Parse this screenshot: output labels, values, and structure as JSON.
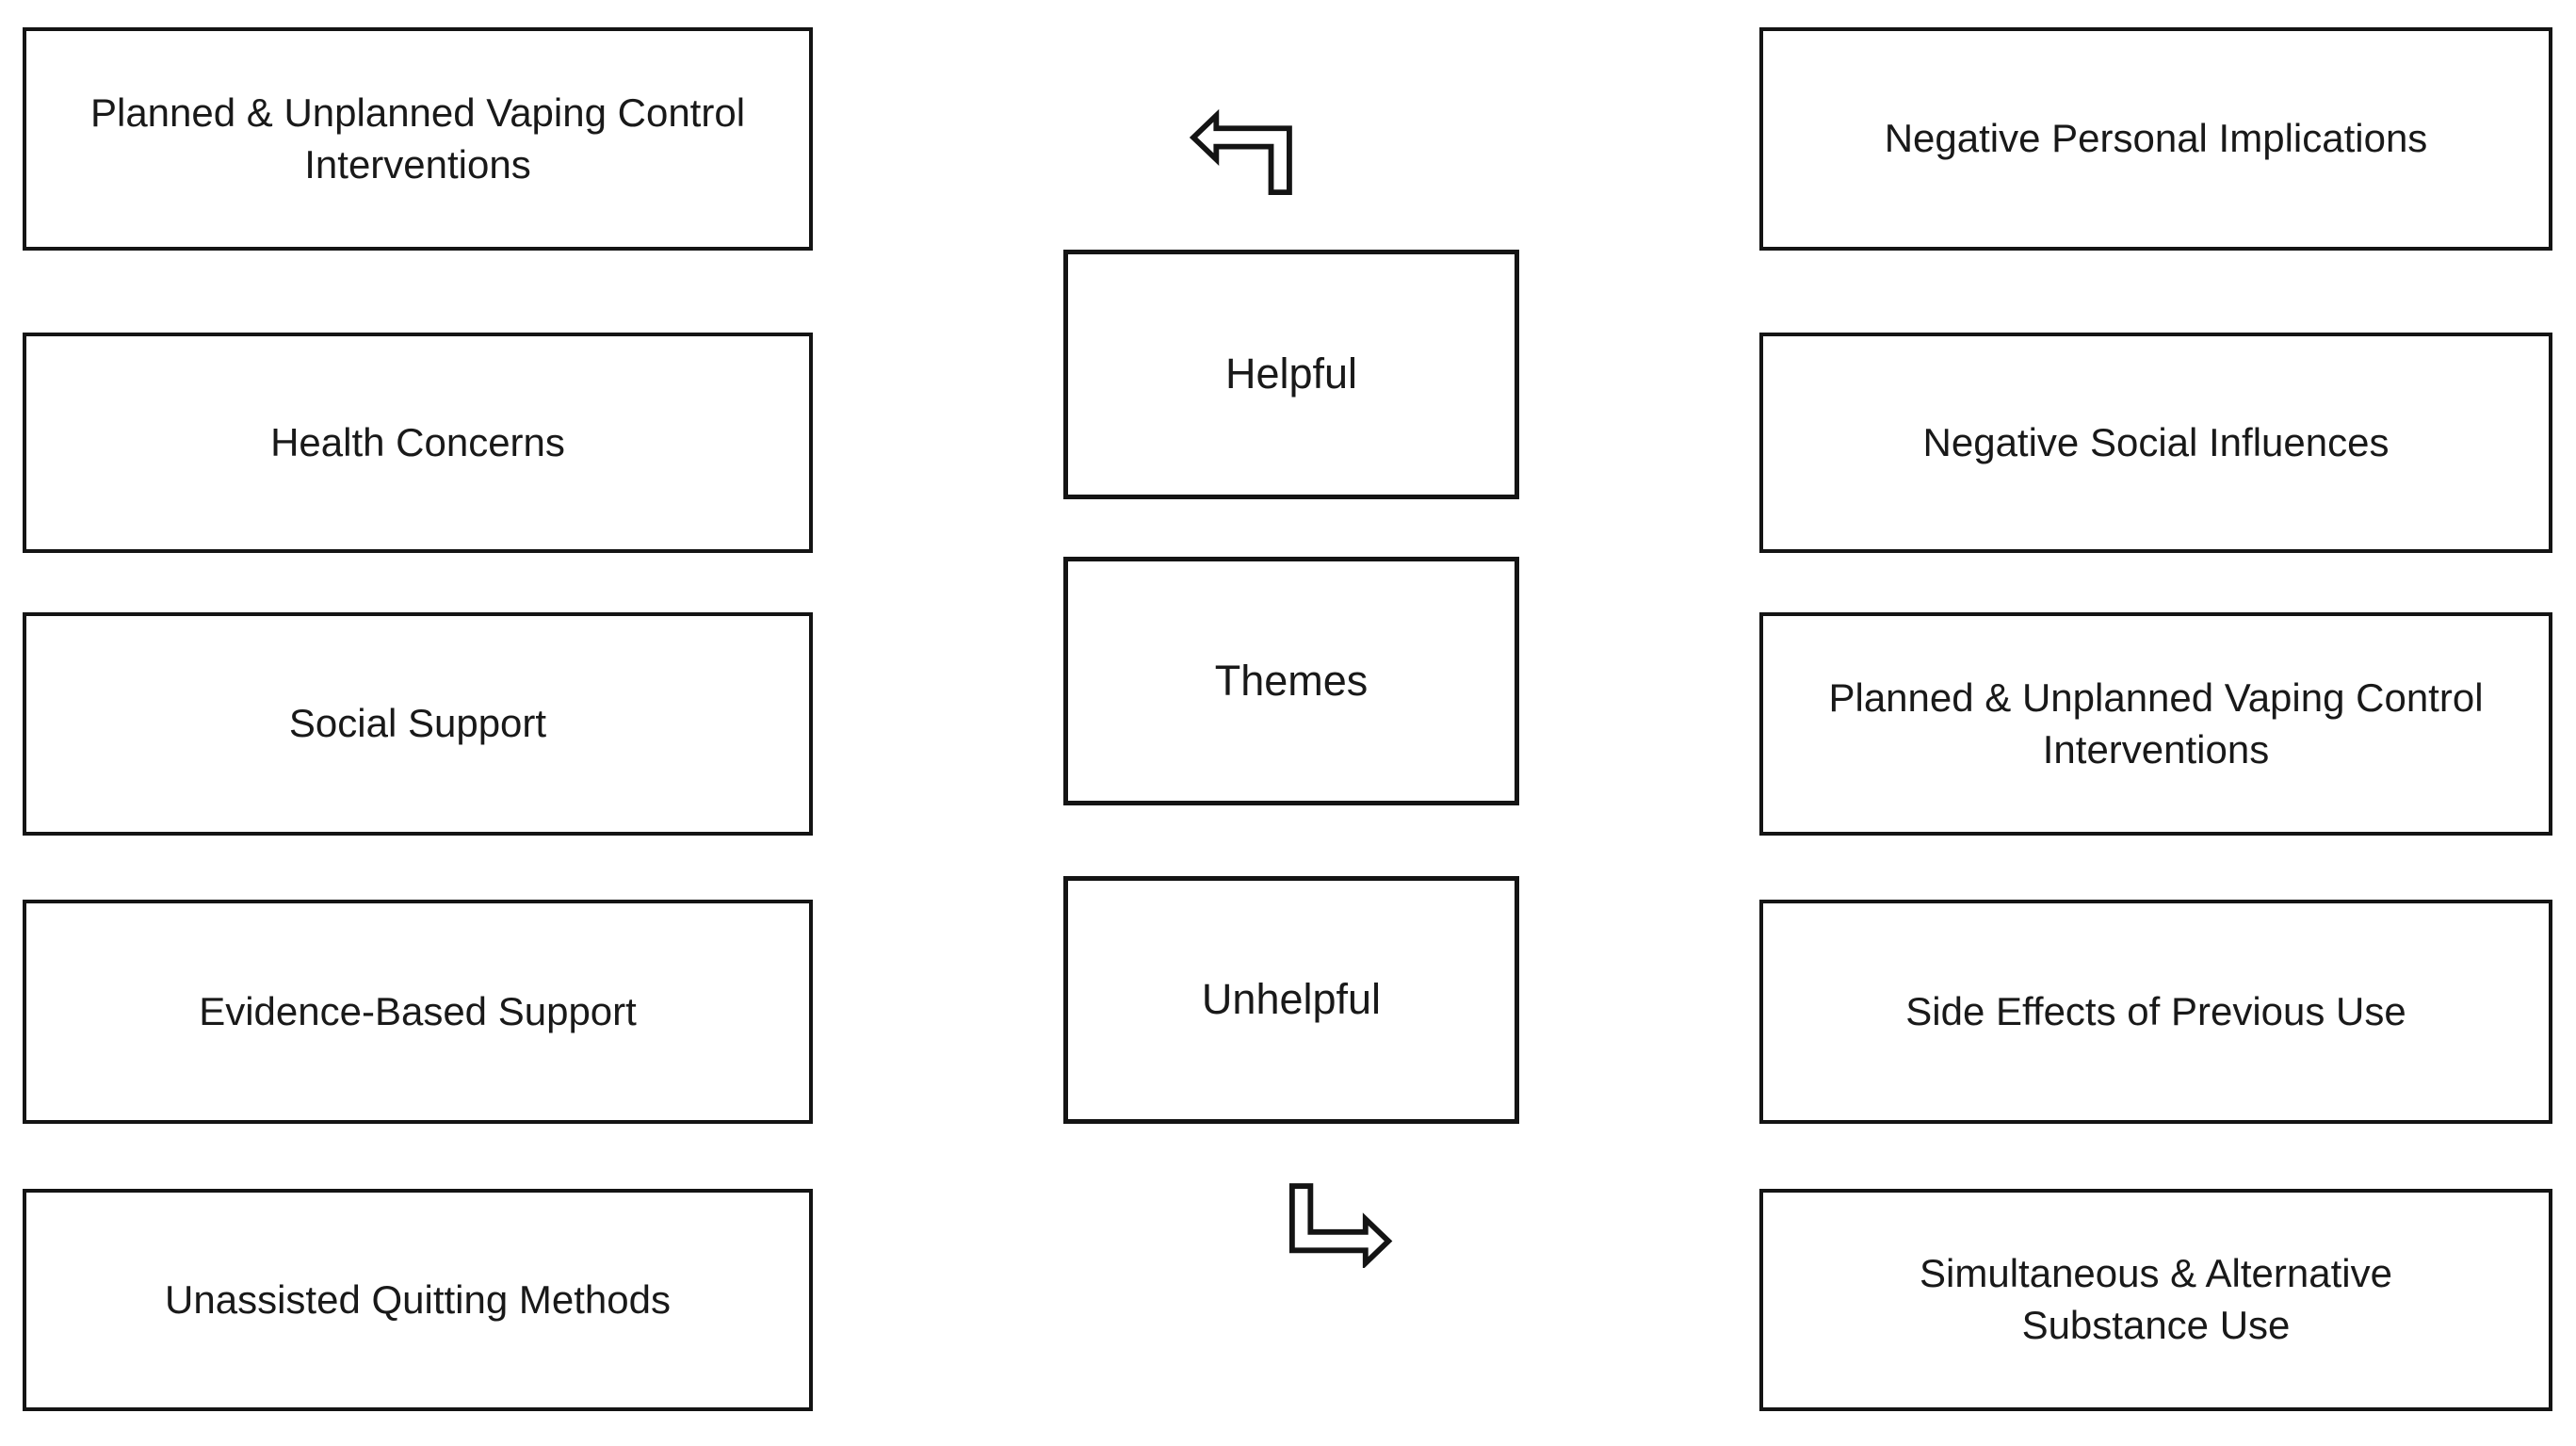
{
  "colors": {
    "background": "#ffffff",
    "ink": "#141414"
  },
  "center": {
    "top_arrow_icon": "bent-arrow-left",
    "bottom_arrow_icon": "bent-arrow-right",
    "boxes": [
      {
        "label": "Helpful"
      },
      {
        "label": "Themes"
      },
      {
        "label": "Unhelpful"
      }
    ]
  },
  "helpful_themes": {
    "items": [
      {
        "label": "Planned & Unplanned Vaping Control\nInterventions"
      },
      {
        "label": "Health Concerns"
      },
      {
        "label": "Social Support"
      },
      {
        "label": "Evidence-Based Support"
      },
      {
        "label": "Unassisted Quitting Methods"
      }
    ]
  },
  "unhelpful_themes": {
    "items": [
      {
        "label": "Negative Personal Implications"
      },
      {
        "label": "Negative Social Influences"
      },
      {
        "label": "Planned & Unplanned Vaping Control\nInterventions"
      },
      {
        "label": "Side Effects of Previous Use"
      },
      {
        "label": "Simultaneous & Alternative\nSubstance Use"
      }
    ]
  }
}
